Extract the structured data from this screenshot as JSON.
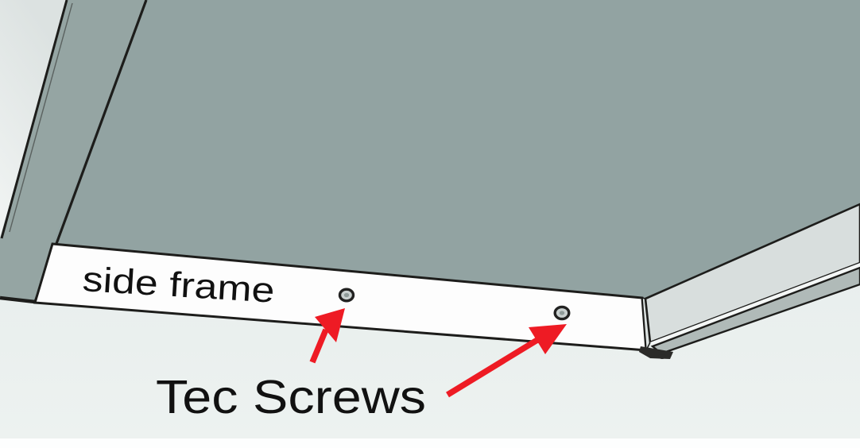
{
  "figure": {
    "kind": "cad-callout-diagram",
    "description": "Underside corner view of a panel assembly showing the side frame strip fastened with Tec screws",
    "annotations": {
      "side_frame_label": "side frame",
      "tec_screws_label": "Tec Screws",
      "arrows": [
        {
          "points_to": "tec-screw-1",
          "color": "#ee1b24"
        },
        {
          "points_to": "tec-screw-2",
          "color": "#ee1b24"
        }
      ]
    },
    "parts": {
      "screw_count": 2
    },
    "colors": {
      "background": "#e6edec",
      "page_margin_white": "#fdfefe",
      "panel_underside": "#92a3a2",
      "left_bar": "#95a5a3",
      "left_face_light": "#e3e9e8",
      "right_face": "#d8dedd",
      "bottom_flange": "#b0bab8",
      "flange_highlight": "#f4f7f6",
      "side_frame_face": "#fdfdfd",
      "end_cap": "#dde3e2",
      "outline": "#1d1d1b",
      "foot_dark": "#2b2b29",
      "arrow_red": "#ee1b24",
      "screw_fill": "#c9d0cf",
      "screw_center": "#8f9b99",
      "label_text": "#111111"
    }
  }
}
